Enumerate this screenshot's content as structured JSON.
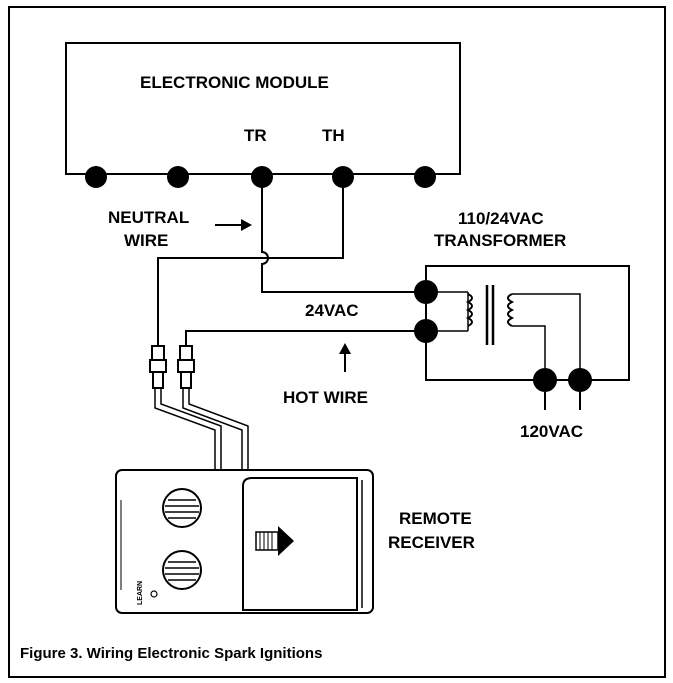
{
  "labels": {
    "module_title": "ELECTRONIC MODULE",
    "tr": "TR",
    "th": "TH",
    "neutral_line1": "NEUTRAL",
    "neutral_line2": "WIRE",
    "transformer_line1": "110/24VAC",
    "transformer_line2": "TRANSFORMER",
    "v24": "24VAC",
    "hot_wire": "HOT WIRE",
    "v120": "120VAC",
    "remote_line1": "REMOTE",
    "remote_line2": "RECEIVER",
    "learn": "LEARN"
  },
  "caption": "Figure 3.  Wiring Electronic Spark Ignitions",
  "colors": {
    "ink": "#000000",
    "background": "#ffffff"
  }
}
